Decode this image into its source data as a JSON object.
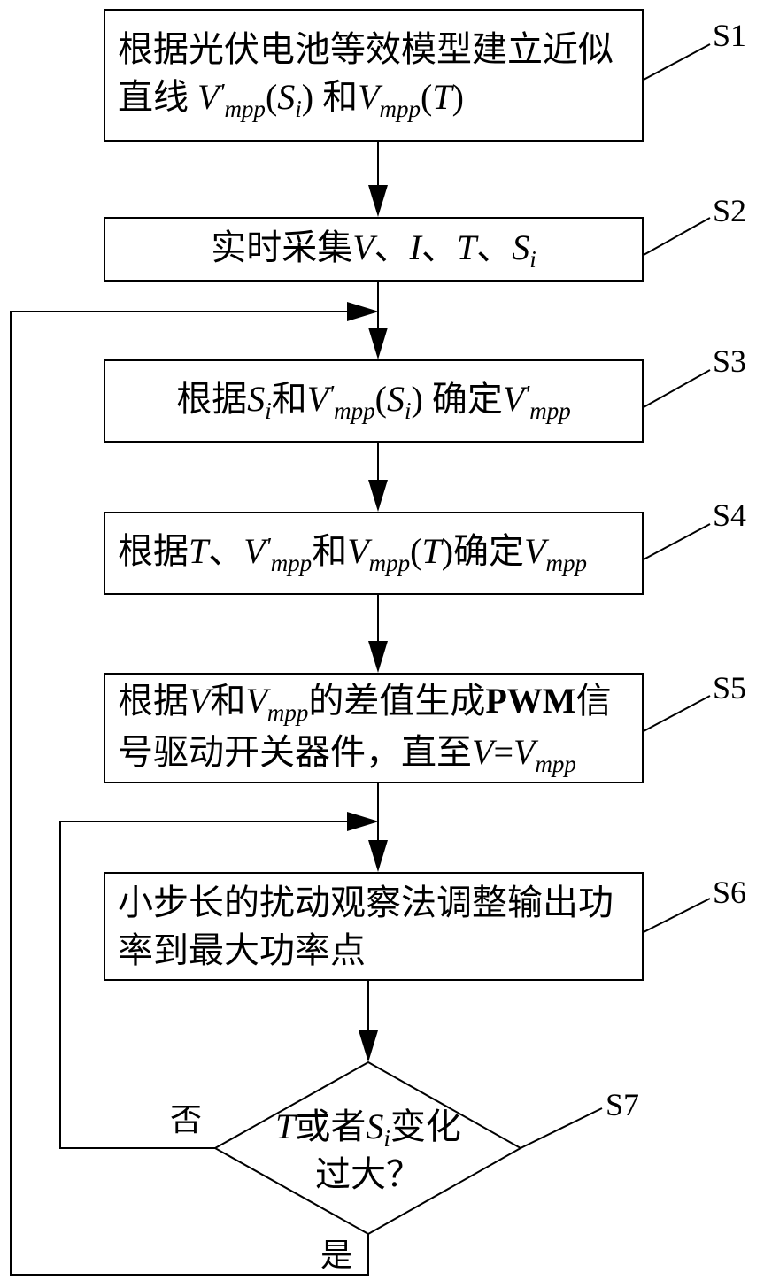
{
  "steps": [
    {
      "label": "S1",
      "lines": [
        [
          "根据光伏电池等效模型建立近似"
        ],
        [
          "直线 ",
          "V",
          "'",
          "mpp",
          "(",
          "S",
          "i",
          ")",
          " 和",
          "V",
          "mpp",
          "(",
          "T",
          ")"
        ]
      ]
    },
    {
      "label": "S2",
      "lines": [
        [
          "实时采集",
          "V",
          "、",
          "I",
          "、",
          "T",
          "、",
          "S",
          "i"
        ]
      ]
    },
    {
      "label": "S3",
      "lines": [
        [
          "根据",
          "S",
          "i",
          "和",
          "V",
          "'",
          "mpp",
          "(",
          "S",
          "i",
          ")",
          " 确定",
          "V",
          "'",
          "mpp"
        ]
      ]
    },
    {
      "label": "S4",
      "lines": [
        [
          "根据",
          "T",
          "、",
          "V",
          "'",
          "mpp",
          "和",
          "V",
          "mpp",
          "(",
          "T",
          ")",
          "确定",
          "V",
          "mpp"
        ]
      ]
    },
    {
      "label": "S5",
      "lines": [
        [
          "根据",
          "V",
          "和",
          "V",
          "mpp",
          "的差值生成",
          "PWM",
          "信"
        ],
        [
          "号驱动开关器件，直至",
          "V",
          "=",
          "V",
          "mpp"
        ]
      ]
    },
    {
      "label": "S6",
      "lines": [
        [
          "小步长的扰动观察法调整输出功"
        ],
        [
          "率到最大功率点"
        ]
      ]
    }
  ],
  "decision": {
    "label": "S7",
    "lines": [
      [
        "T",
        "或者",
        "S",
        "i",
        "变化"
      ],
      [
        "过大？"
      ]
    ]
  },
  "branches": {
    "no": "否",
    "yes": "是"
  }
}
